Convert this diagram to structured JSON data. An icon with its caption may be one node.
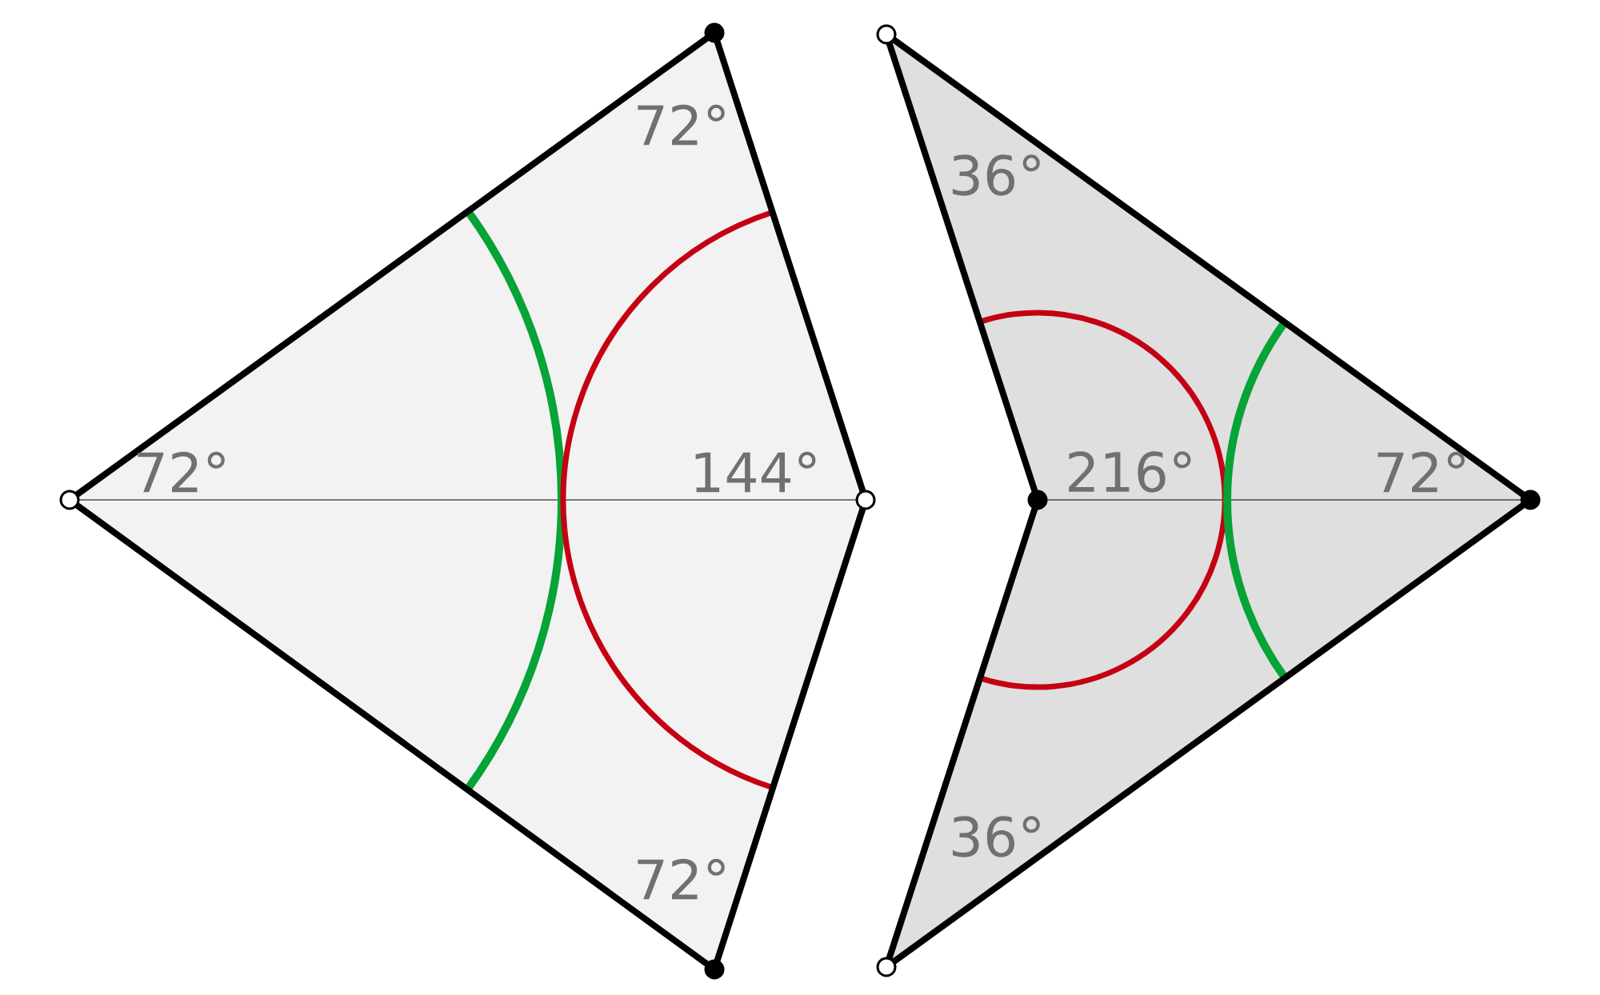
{
  "diagram": {
    "labels": [
      "72°",
      "36°",
      "72°",
      "144°",
      "216°",
      "72°",
      "36°",
      "72°"
    ]
  }
}
